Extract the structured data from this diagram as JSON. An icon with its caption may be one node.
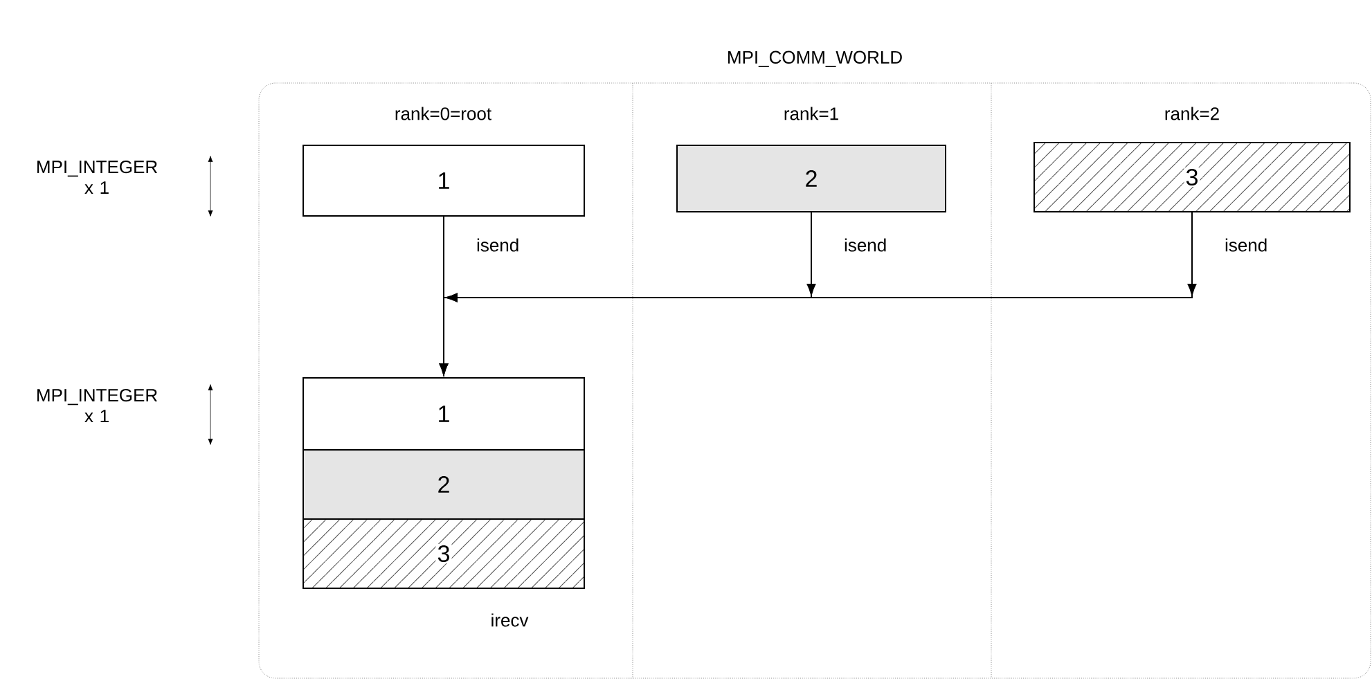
{
  "diagram": {
    "nodes": [
      {
        "text": [
          "MPI_COMM_WORLD"
        ]
      },
      {
        "text": [
          "1"
        ],
        "in": 0,
        "beside": [
          "rank=0=root"
        ]
      },
      {
        "text": [
          "2"
        ],
        "in": 0,
        "beside": [
          "rank=1"
        ]
      },
      {
        "text": [
          "3"
        ],
        "in": 0,
        "beside": [
          "rank=2"
        ]
      },
      {
        "text": [
          "1"
        ],
        "in": 0
      },
      {
        "text": [
          "2"
        ],
        "in": 0
      },
      {
        "text": [
          "3"
        ],
        "in": 0,
        "beside": [
          "irecv"
        ]
      }
    ],
    "edges": [
      {
        "from": 1,
        "to": 4,
        "arrow": "to",
        "label": "isend"
      },
      {
        "from": 2,
        "to": 4,
        "arrow": "to",
        "label": "isend"
      },
      {
        "from": 3,
        "to": 4,
        "arrow": "to",
        "label": "isend"
      }
    ],
    "labels": [
      "MPI_INTEGER x 1",
      "MPI_INTEGER x 1"
    ]
  }
}
